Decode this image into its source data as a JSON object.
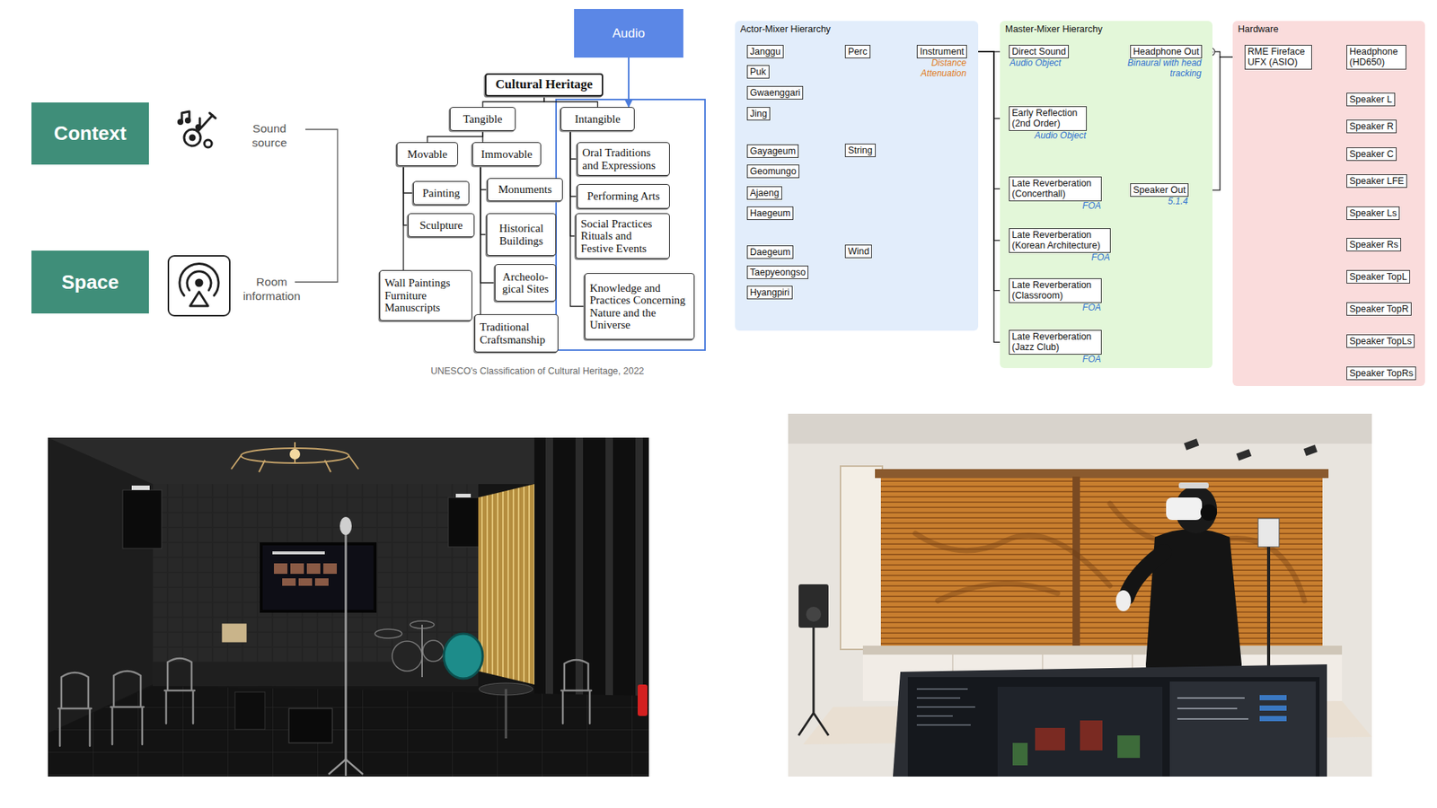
{
  "diagram": {
    "nodes": [
      {
        "text": [
          "Context"
        ]
      },
      {
        "text": [
          "Space"
        ]
      },
      {
        "text": [
          "Audio"
        ]
      },
      {
        "text": [
          "Cultural Heritage"
        ]
      },
      {
        "text": [
          "Tangible"
        ]
      },
      {
        "text": [
          "Intangible"
        ]
      },
      {
        "text": [
          "Movable"
        ]
      },
      {
        "text": [
          "Immovable"
        ]
      },
      {
        "text": [
          "Painting"
        ]
      },
      {
        "text": [
          "Sculpture"
        ]
      },
      {
        "text": [
          "Wall Paintings Furniture Manuscripts"
        ]
      },
      {
        "text": [
          "Monuments"
        ]
      },
      {
        "text": [
          "Historical Buildings"
        ]
      },
      {
        "text": [
          "Archeolo- gical Sites"
        ]
      },
      {
        "text": [
          "Traditional Craftsmanship"
        ]
      },
      {
        "text": [
          "Oral Traditions and Expressions"
        ]
      },
      {
        "text": [
          "Performing Arts"
        ]
      },
      {
        "text": [
          "Social Practices Rituals and Festive Events"
        ]
      },
      {
        "text": [
          "Knowledge and Practices Concerning Nature and the Universe"
        ]
      },
      {
        "text": [
          "Actor-Mixer Hierarchy"
        ]
      },
      {
        "text": [
          "Janggu"
        ],
        "in": 19
      },
      {
        "text": [
          "Puk"
        ],
        "in": 19
      },
      {
        "text": [
          "Gwaenggari"
        ],
        "in": 19
      },
      {
        "text": [
          "Jing"
        ],
        "in": 19
      },
      {
        "text": [
          "Gayageum"
        ],
        "in": 19
      },
      {
        "text": [
          "Geomungo"
        ],
        "in": 19
      },
      {
        "text": [
          "Ajaeng"
        ],
        "in": 19
      },
      {
        "text": [
          "Haegeum"
        ],
        "in": 19
      },
      {
        "text": [
          "Daegeum"
        ],
        "in": 19
      },
      {
        "text": [
          "Taepyeongso"
        ],
        "in": 19
      },
      {
        "text": [
          "Hyangpiri"
        ],
        "in": 19
      },
      {
        "text": [
          "Perc"
        ],
        "in": 19
      },
      {
        "text": [
          "String"
        ],
        "in": 19
      },
      {
        "text": [
          "Wind"
        ],
        "in": 19
      },
      {
        "text": [
          "Instrument",
          "Distance Attenuation"
        ],
        "in": 19
      },
      {
        "text": [
          "Master-Mixer Hierarchy"
        ]
      },
      {
        "text": [
          "Direct Sound",
          "Audio Object"
        ],
        "in": 35
      },
      {
        "text": [
          "Early Reflection (2nd Order)",
          "Audio Object"
        ],
        "in": 35
      },
      {
        "text": [
          "Late Reverberation (Concerthall)",
          "FOA"
        ],
        "in": 35
      },
      {
        "text": [
          "Late Reverberation (Korean Architecture)",
          "FOA"
        ],
        "in": 35
      },
      {
        "text": [
          "Late Reverberation (Classroom)",
          "FOA"
        ],
        "in": 35
      },
      {
        "text": [
          "Late Reverberation (Jazz Club)",
          "FOA"
        ],
        "in": 35
      },
      {
        "text": [
          "Headphone Out",
          "Binaural with head tracking"
        ],
        "in": 35
      },
      {
        "text": [
          "Speaker Out",
          "5.1.4"
        ],
        "in": 35
      },
      {
        "text": [
          "Hardware"
        ]
      },
      {
        "text": [
          "RME Fireface UFX (ASIO)"
        ],
        "in": 44
      },
      {
        "text": [
          "Headphone (HD650)"
        ],
        "in": 44
      },
      {
        "text": [
          "Speaker L"
        ],
        "in": 44
      },
      {
        "text": [
          "Speaker R"
        ],
        "in": 44
      },
      {
        "text": [
          "Speaker C"
        ],
        "in": 44
      },
      {
        "text": [
          "Speaker LFE"
        ],
        "in": 44
      },
      {
        "text": [
          "Speaker Ls"
        ],
        "in": 44
      },
      {
        "text": [
          "Speaker Rs"
        ],
        "in": 44
      },
      {
        "text": [
          "Speaker TopL"
        ],
        "in": 44
      },
      {
        "text": [
          "Speaker TopR"
        ],
        "in": 44
      },
      {
        "text": [
          "Speaker TopLs"
        ],
        "in": 44
      },
      {
        "text": [
          "Speaker TopRs"
        ],
        "in": 44
      }
    ],
    "edges": [
      {
        "from": 2,
        "to": 5,
        "arrow": "to"
      },
      {
        "from": 3,
        "to": 4,
        "arrow": "none"
      },
      {
        "from": 3,
        "to": 5,
        "arrow": "none"
      },
      {
        "from": 4,
        "to": 6,
        "arrow": "none"
      },
      {
        "from": 4,
        "to": 7,
        "arrow": "none"
      },
      {
        "from": 6,
        "to": 8,
        "arrow": "none"
      },
      {
        "from": 6,
        "to": 9,
        "arrow": "none"
      },
      {
        "from": 6,
        "to": 10,
        "arrow": "none"
      },
      {
        "from": 7,
        "to": 11,
        "arrow": "none"
      },
      {
        "from": 7,
        "to": 12,
        "arrow": "none"
      },
      {
        "from": 7,
        "to": 13,
        "arrow": "none"
      },
      {
        "from": 7,
        "to": 14,
        "arrow": "none"
      },
      {
        "from": 5,
        "to": 15,
        "arrow": "none"
      },
      {
        "from": 5,
        "to": 16,
        "arrow": "none"
      },
      {
        "from": 5,
        "to": 17,
        "arrow": "none"
      },
      {
        "from": 5,
        "to": 18,
        "arrow": "none"
      },
      {
        "from": 20,
        "to": 31,
        "arrow": "none"
      },
      {
        "from": 21,
        "to": 31,
        "arrow": "none"
      },
      {
        "from": 22,
        "to": 31,
        "arrow": "none"
      },
      {
        "from": 23,
        "to": 31,
        "arrow": "none"
      },
      {
        "from": 24,
        "to": 32,
        "arrow": "none"
      },
      {
        "from": 25,
        "to": 32,
        "arrow": "none"
      },
      {
        "from": 26,
        "to": 32,
        "arrow": "none"
      },
      {
        "from": 27,
        "to": 32,
        "arrow": "none"
      },
      {
        "from": 28,
        "to": 33,
        "arrow": "none"
      },
      {
        "from": 29,
        "to": 33,
        "arrow": "none"
      },
      {
        "from": 30,
        "to": 33,
        "arrow": "none"
      },
      {
        "from": 31,
        "to": 34,
        "arrow": "none"
      },
      {
        "from": 32,
        "to": 34,
        "arrow": "none"
      },
      {
        "from": 33,
        "to": 34,
        "arrow": "none"
      },
      {
        "from": 34,
        "to": 36,
        "arrow": "none"
      },
      {
        "from": 34,
        "to": 37,
        "arrow": "none"
      },
      {
        "from": 34,
        "to": 38,
        "arrow": "none"
      },
      {
        "from": 34,
        "to": 39,
        "arrow": "none"
      },
      {
        "from": 34,
        "to": 40,
        "arrow": "none"
      },
      {
        "from": 34,
        "to": 41,
        "arrow": "none"
      },
      {
        "from": 36,
        "to": 42,
        "arrow": "none"
      },
      {
        "from": 36,
        "to": 43,
        "arrow": "none"
      },
      {
        "from": 37,
        "to": 42,
        "arrow": "none"
      },
      {
        "from": 37,
        "to": 43,
        "arrow": "none"
      },
      {
        "from": 38,
        "to": 42,
        "arrow": "none"
      },
      {
        "from": 38,
        "to": 43,
        "arrow": "none"
      },
      {
        "from": 39,
        "to": 42,
        "arrow": "none"
      },
      {
        "from": 39,
        "to": 43,
        "arrow": "none"
      },
      {
        "from": 40,
        "to": 42,
        "arrow": "none"
      },
      {
        "from": 40,
        "to": 43,
        "arrow": "none"
      },
      {
        "from": 41,
        "to": 42,
        "arrow": "none"
      },
      {
        "from": 41,
        "to": 43,
        "arrow": "none"
      },
      {
        "from": 42,
        "to": 45,
        "arrow": "none"
      },
      {
        "from": 43,
        "to": 45,
        "arrow": "none"
      },
      {
        "from": 45,
        "to": 46,
        "arrow": "none"
      },
      {
        "from": 45,
        "to": 47,
        "arrow": "none"
      },
      {
        "from": 45,
        "to": 48,
        "arrow": "none"
      },
      {
        "from": 45,
        "to": 49,
        "arrow": "none"
      },
      {
        "from": 45,
        "to": 50,
        "arrow": "none"
      },
      {
        "from": 45,
        "to": 51,
        "arrow": "none"
      },
      {
        "from": 45,
        "to": 52,
        "arrow": "none"
      },
      {
        "from": 45,
        "to": 53,
        "arrow": "none"
      },
      {
        "from": 45,
        "to": 54,
        "arrow": "none"
      },
      {
        "from": 45,
        "to": 55,
        "arrow": "none"
      },
      {
        "from": 45,
        "to": 56,
        "arrow": "none"
      }
    ],
    "labels": [
      "Sound source",
      "Room information",
      "UNESCO's Classification of Cultural Heritage, 2022"
    ]
  }
}
